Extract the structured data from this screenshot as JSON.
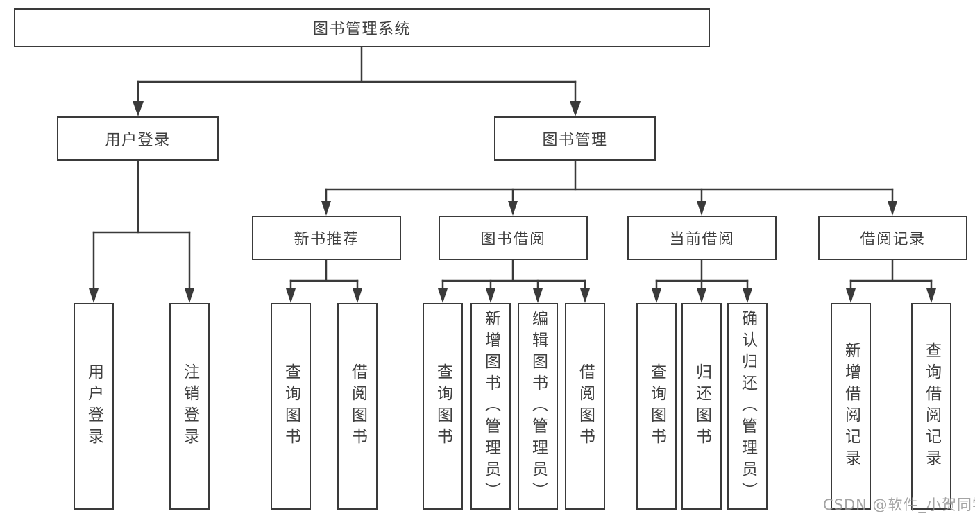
{
  "colors": {
    "line": "#3a3a3a",
    "box_border": "#3a3a3a",
    "text": "#3f3f3f",
    "background": "#ffffff",
    "watermark": "#949494"
  },
  "diagram": {
    "root": {
      "label": "图书管理系统"
    },
    "branches": [
      {
        "label": "用户登录",
        "children": [
          {
            "label": "用户登录"
          },
          {
            "label": "注销登录"
          }
        ]
      },
      {
        "label": "图书管理",
        "children": [
          {
            "label": "新书推荐",
            "children": [
              {
                "label": "查询图书"
              },
              {
                "label": "借阅图书"
              }
            ]
          },
          {
            "label": "图书借阅",
            "children": [
              {
                "label": "查询图书"
              },
              {
                "label": "新增图书（管理员）"
              },
              {
                "label": "编辑图书（管理员）"
              },
              {
                "label": "借阅图书"
              }
            ]
          },
          {
            "label": "当前借阅",
            "children": [
              {
                "label": "查询图书"
              },
              {
                "label": "归还图书"
              },
              {
                "label": "确认归还（管理员）"
              }
            ]
          },
          {
            "label": "借阅记录",
            "children": [
              {
                "label": "新增借阅记录"
              },
              {
                "label": "查询借阅记录"
              }
            ]
          }
        ]
      }
    ]
  },
  "watermark": {
    "text": "CSDN @软件_小贺同学"
  }
}
